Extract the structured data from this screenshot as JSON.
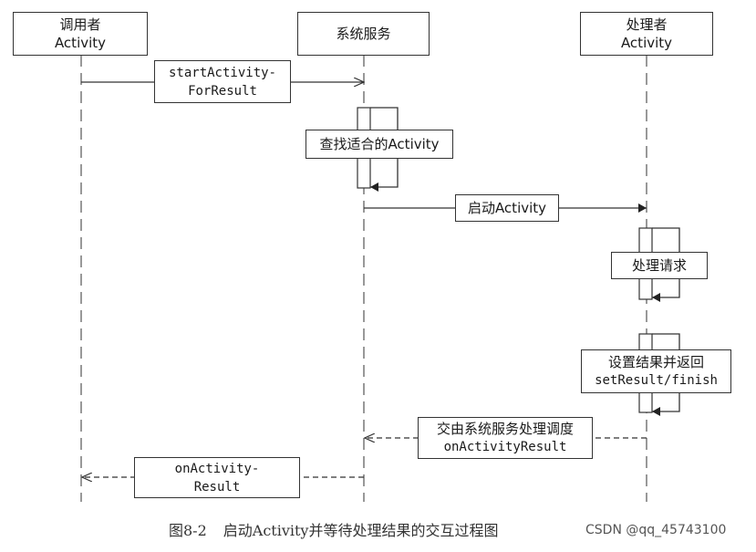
{
  "participants": {
    "caller": [
      "调用者",
      "Activity"
    ],
    "system": "系统服务",
    "handler": [
      "处理者",
      "Activity"
    ]
  },
  "messages": {
    "start_for_result": [
      "startActivity-",
      "ForResult"
    ],
    "find_activity": "查找适合的Activity",
    "launch_activity": "启动Activity",
    "handle_request": "处理请求",
    "set_result": [
      "设置结果并返回",
      "setResult/finish"
    ],
    "dispatch": [
      "交由系统服务处理调度",
      "onActivityResult"
    ],
    "on_result": [
      "onActivity-",
      "Result"
    ]
  },
  "caption": {
    "figure": "图8-2",
    "text": "启动Activity并等待处理结果的交互过程图"
  },
  "watermark": "CSDN @qq_45743100"
}
